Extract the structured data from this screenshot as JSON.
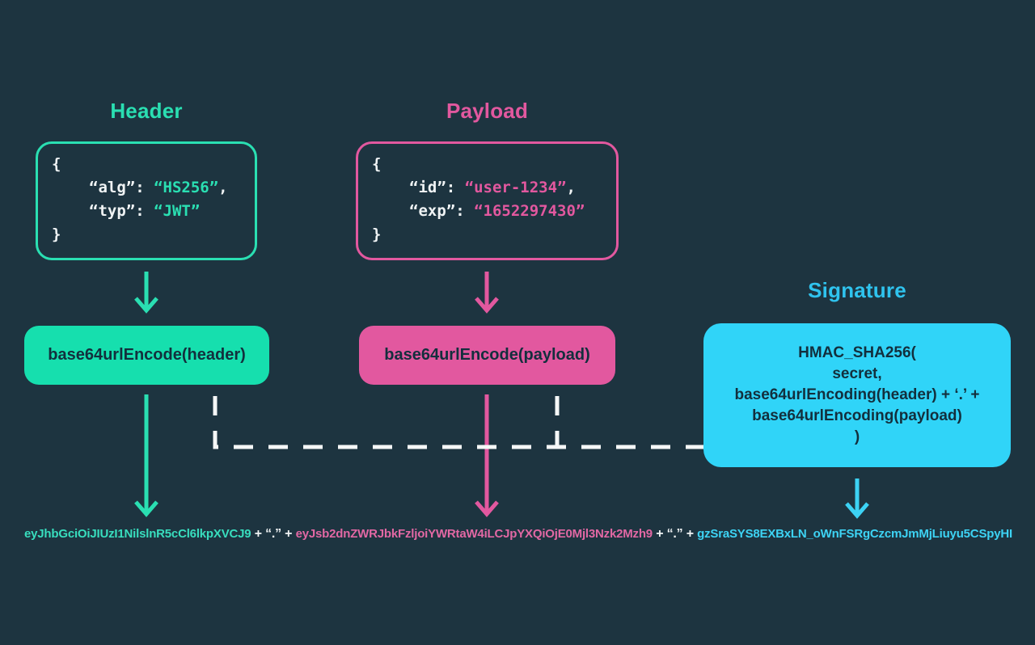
{
  "colors": {
    "background": "#1d3440",
    "teal_accent": "#2adfb2",
    "pink_accent": "#e2589f",
    "cyan_fill": "#30d4f8",
    "cyan_title": "#2fc3ee",
    "dark_text_on_boxes": "#132f3d",
    "dashed_line": "#f5f7f7",
    "token_teal": "#38debe",
    "token_pink": "#e268a4",
    "token_cyan": "#3dd3f4"
  },
  "header": {
    "title": "Header",
    "code": {
      "open_brace": "{",
      "lines": [
        {
          "key": "“alg”",
          "colon": ": ",
          "value": "“HS256”",
          "suffix": ","
        },
        {
          "key": "“typ”",
          "colon": ": ",
          "value": "“JWT”",
          "suffix": ""
        }
      ],
      "close_brace": "}"
    },
    "encode_label": "base64urlEncode(header)"
  },
  "payload": {
    "title": "Payload",
    "code": {
      "open_brace": "{",
      "lines": [
        {
          "key": "“id”",
          "colon": ": ",
          "value": "“user-1234”",
          "suffix": ","
        },
        {
          "key": "“exp”",
          "colon": ": ",
          "value": "“1652297430”",
          "suffix": ""
        }
      ],
      "close_brace": "}"
    },
    "encode_label": "base64urlEncode(payload)"
  },
  "signature": {
    "title": "Signature",
    "lines": [
      "HMAC_SHA256(",
      "secret,",
      "base64urlEncoding(header) + ‘.’ +",
      "base64urlEncoding(payload)",
      ")"
    ]
  },
  "token": {
    "header_part": "eyJhbGciOiJIUzI1NilslnR5cCl6lkpXVCJ9",
    "separator_1": "+ “.” +",
    "payload_part": "eyJsb2dnZWRJbkFzljoiYWRtaW4iLCJpYXQiOjE0Mjl3Nzk2Mzh9",
    "separator_2": "+ “.” +",
    "signature_part": "gzSraSYS8EXBxLN_oWnFSRgCzcmJmMjLiuyu5CSpyHI"
  }
}
